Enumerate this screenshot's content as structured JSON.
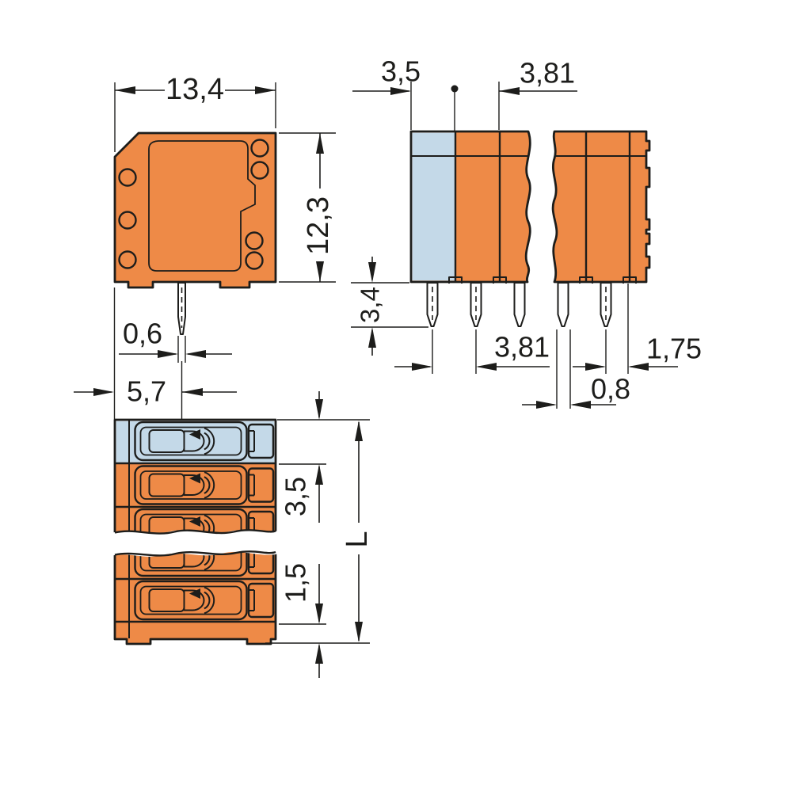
{
  "drawing_type": "technical-dimension-drawing",
  "product": "PCB terminal block, three-view dimensional drawing",
  "unit_style": "millimetres with comma decimal separator",
  "colors": {
    "housing_orange": "#ee8a47",
    "first_pole_blue": "#c4d9e8",
    "pin_tan": "#f1b183",
    "button_yellow": "#ffe011",
    "line_dark": "#1d1d1b"
  },
  "views": {
    "side": {
      "name": "side-view",
      "dims": {
        "overall_width": "13,4",
        "overall_height": "12,3",
        "pin_width": "0,6",
        "pin_center_from_edge": "5,7"
      }
    },
    "front": {
      "name": "front-view",
      "dims": {
        "edge_to_first_pole": "3,5",
        "pole_pitch": "3,81",
        "pin_length": "3,4",
        "pin_pitch": "3,81",
        "pin_thickness": "0,8",
        "last_pin_to_edge": "1,75"
      }
    },
    "top": {
      "name": "top-view",
      "dims": {
        "pole_width": "3,5",
        "flange_height": "1,5",
        "overall_length": "L"
      }
    }
  }
}
